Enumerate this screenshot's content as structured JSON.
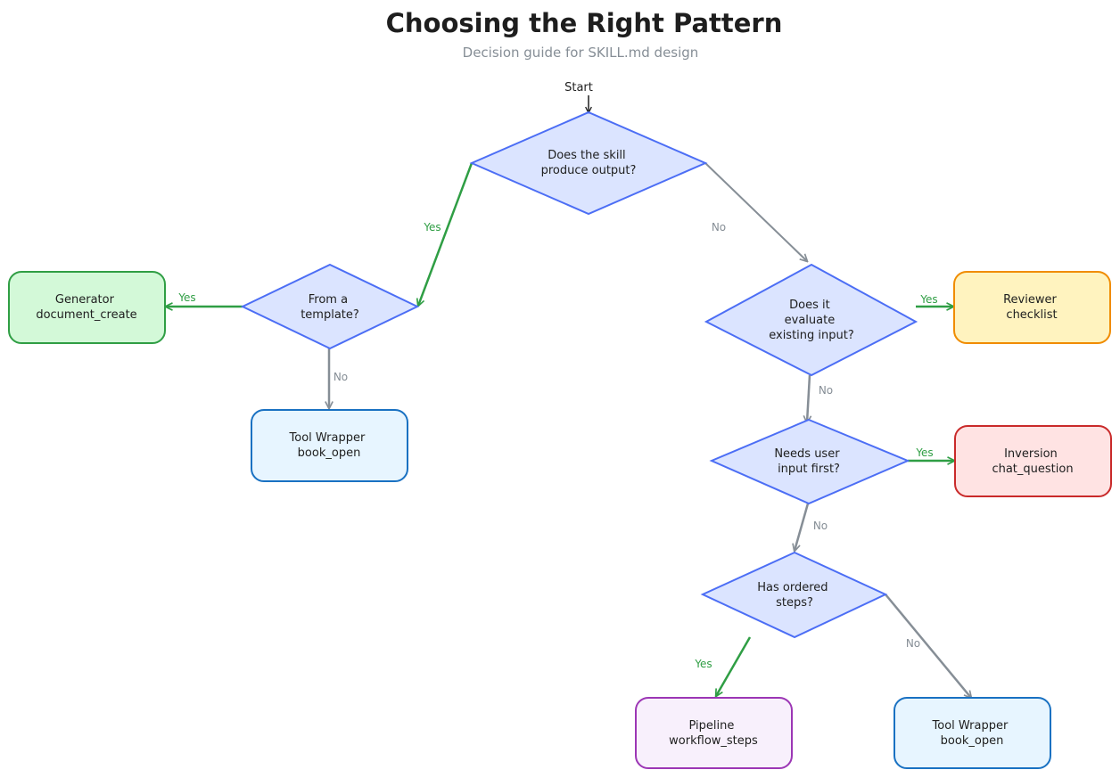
{
  "header": {
    "title": "Choosing the Right Pattern",
    "subtitle": "Decision guide for SKILL.md design"
  },
  "start_label": "Start",
  "decisions": {
    "output": [
      "Does the skill",
      "produce output?"
    ],
    "template": [
      "From a",
      "template?"
    ],
    "evaluate": [
      "Does it",
      "evaluate",
      "existing input?"
    ],
    "user_input": [
      "Needs user",
      "input first?"
    ],
    "ordered": [
      "Has ordered",
      "steps?"
    ]
  },
  "outcomes": {
    "generator": [
      "Generator",
      "document_create"
    ],
    "tool_wrapper_left": [
      "Tool Wrapper",
      "book_open"
    ],
    "reviewer": [
      "Reviewer",
      "checklist"
    ],
    "inversion": [
      "Inversion",
      "chat_question"
    ],
    "pipeline": [
      "Pipeline",
      "workflow_steps"
    ],
    "tool_wrapper_bottom": [
      "Tool Wrapper",
      "book_open"
    ]
  },
  "edge_labels": {
    "output_yes": "Yes",
    "output_no": "No",
    "template_yes": "Yes",
    "template_no": "No",
    "evaluate_yes": "Yes",
    "evaluate_no": "No",
    "user_input_yes": "Yes",
    "user_input_no": "No",
    "ordered_yes": "Yes",
    "ordered_no": "No"
  },
  "colors": {
    "diamond_fill": "#dbe4ff",
    "diamond_stroke": "#4c6ef5",
    "yes_edge": "#2f9e44",
    "no_edge": "#868e96",
    "generator_fill": "#d3f9d8",
    "generator_stroke": "#2f9e44",
    "tool_wrapper_fill": "#e7f5ff",
    "tool_wrapper_stroke": "#1971c2",
    "reviewer_fill": "#fff3bf",
    "reviewer_stroke": "#f08c00",
    "inversion_fill": "#ffe3e3",
    "inversion_stroke": "#c92a2a",
    "pipeline_fill": "#f8f0fc",
    "pipeline_stroke": "#9c36b5"
  }
}
